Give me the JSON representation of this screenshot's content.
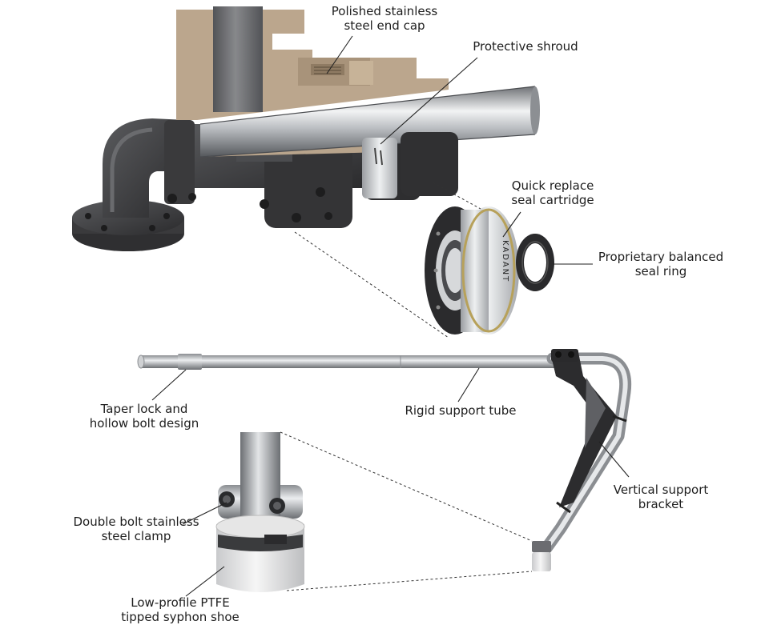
{
  "labels": {
    "end_cap": {
      "line1": "Polished stainless",
      "line2": "steel end cap"
    },
    "shroud": {
      "line1": "Protective shroud"
    },
    "seal_cartridge": {
      "line1": "Quick replace",
      "line2": "seal cartridge"
    },
    "seal_ring": {
      "line1": "Proprietary balanced",
      "line2": "seal ring"
    },
    "taper_lock": {
      "line1": "Taper lock and",
      "line2": "hollow bolt design"
    },
    "support_tube": {
      "line1": "Rigid support tube"
    },
    "vertical_bracket": {
      "line1": "Vertical support",
      "line2": "bracket"
    },
    "clamp": {
      "line1": "Double bolt stainless",
      "line2": "steel clamp"
    },
    "syphon_shoe": {
      "line1": "Low-profile PTFE",
      "line2": "tipped syphon shoe"
    }
  },
  "cartridge_brand_text": "KADANT",
  "colors": {
    "cast_iron": "#3c3c3e",
    "bronze_section": "#b8a48c",
    "steel": "#c9ccd0",
    "leader_line": "#222222"
  }
}
